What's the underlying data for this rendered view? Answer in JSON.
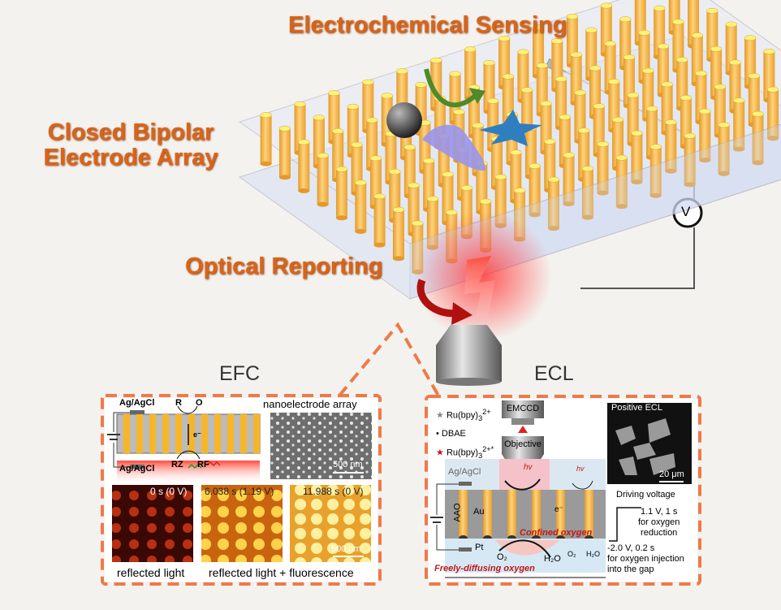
{
  "titles": {
    "sensing": "Electrochemical Sensing",
    "array_line1": "Closed Bipolar",
    "array_line2": "Electrode Array",
    "optical": "Optical Reporting",
    "efc": "EFC",
    "ecl": "ECL"
  },
  "voltmeter": "V",
  "efc_panel": {
    "ref_top": "Ag/AgCl",
    "ref_bottom": "Ag/AgCl",
    "reaction_top_r": "R",
    "reaction_top_o": "O",
    "electron": "e⁻",
    "reaction_bottom_rz": "RZ",
    "reaction_bottom_rf": "RF",
    "sem_label": "nanoelectrode array",
    "sem_scale": "500 nm",
    "frames": [
      {
        "time": "0 s (0 V)"
      },
      {
        "time": "6.038 s (1.19 V)"
      },
      {
        "time": "11.988 s (0 V)"
      }
    ],
    "frame_scale": "500 nm",
    "caption_left": "reflected light",
    "caption_right": "reflected light + fluorescence"
  },
  "ecl_panel": {
    "legend": [
      {
        "label": "Ru(bpy)",
        "sub": "3",
        "sup": "2+",
        "symbol": "gray-star"
      },
      {
        "label": "DBAE",
        "symbol": "dot"
      },
      {
        "label": "Ru(bpy)",
        "sub": "3",
        "sup": "2+*",
        "symbol": "red-star"
      }
    ],
    "emccd": "EMCCD",
    "objective": "Objective",
    "ref": "Ag/AgCl",
    "hv": "hv",
    "aao": "AAO",
    "au": "Au",
    "electron": "e⁻",
    "pt": "Pt",
    "confined": "Confined oxygen",
    "free": "Freely-diffusing oxygen",
    "o2": "O₂",
    "h2o": "H₂O",
    "image_label": "Positive ECL",
    "image_scale": "20 μm",
    "driving_title": "Driving voltage",
    "step_high": [
      "1.1 V, 1 s",
      "for oxygen",
      "reduction"
    ],
    "step_low": [
      "-2.0 V, 0.2 s",
      "for oxygen injection",
      "into the gap"
    ]
  },
  "colors": {
    "title_orange": "#d8641a",
    "dash_orange": "#ee7a4a",
    "pillar_gold": "#f5b642",
    "pillar_top": "#fff27a"
  }
}
